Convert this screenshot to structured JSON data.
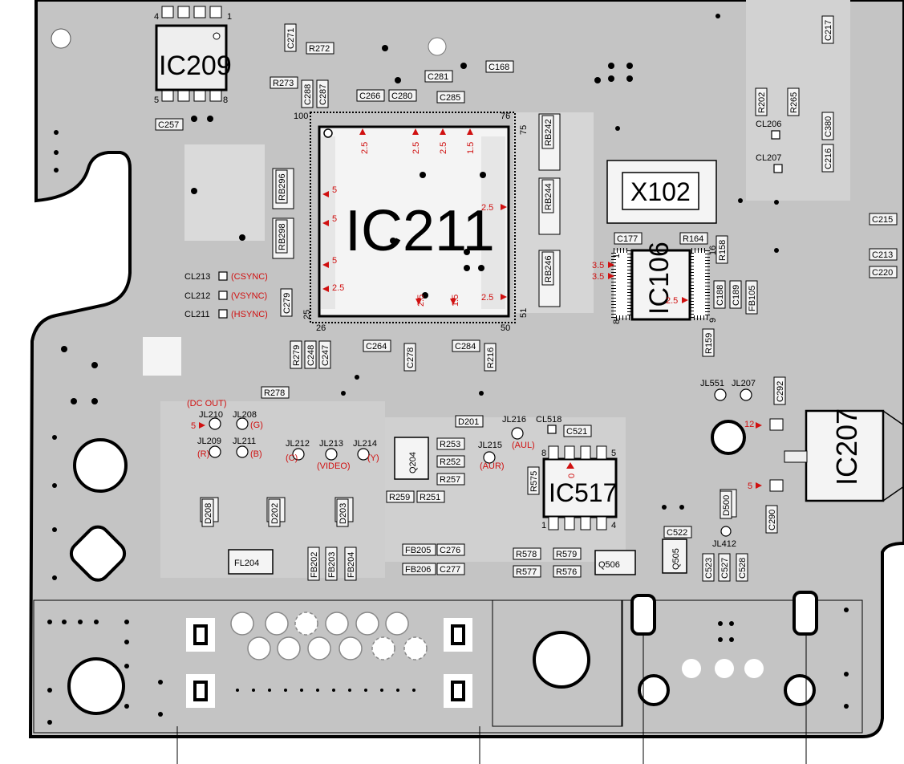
{
  "chips": {
    "ic209": "IC209",
    "ic211": "IC211",
    "ic106": "IC106",
    "ic207": "IC207",
    "ic517": "IC517",
    "x102": "X102",
    "q204": "Q204",
    "q506": "Q506",
    "q505": "Q505",
    "fl204": "FL204"
  },
  "pin_numbers": {
    "ic209_4": "4",
    "ic209_1": "1",
    "ic209_5": "5",
    "ic209_8": "8",
    "ic211_100": "100",
    "ic211_76": "76",
    "ic211_75": "75",
    "ic211_51": "51",
    "ic211_50": "50",
    "ic211_26": "26",
    "ic211_25": "25",
    "ic106_1": "1",
    "ic106_16": "16",
    "ic106_8": "8",
    "ic106_9": "9",
    "ic517_8": "8",
    "ic517_5": "5",
    "ic517_1": "1",
    "ic517_4": "4"
  },
  "components": [
    "C271",
    "R272",
    "R273",
    "C288",
    "C287",
    "C266",
    "C280",
    "C281",
    "C285",
    "C168",
    "C257",
    "RB296",
    "RB298",
    "RB242",
    "RB244",
    "RB246",
    "C279",
    "R279",
    "C248",
    "C247",
    "C264",
    "C278",
    "C284",
    "R216",
    "R278",
    "C177",
    "R164",
    "R158",
    "C188",
    "C189",
    "FB105",
    "R159",
    "C217",
    "R202",
    "R265",
    "C380",
    "C216",
    "C215",
    "C213",
    "C220",
    "C292",
    "C290",
    "D500",
    "R253",
    "R252",
    "R257",
    "R259",
    "R251",
    "D201",
    "C521",
    "R575",
    "C522",
    "C523",
    "C527",
    "C528",
    "FB205",
    "C276",
    "FB206",
    "C277",
    "R578",
    "R579",
    "R577",
    "R576",
    "D208",
    "D202",
    "D203",
    "FB202",
    "FB203",
    "FB204"
  ],
  "checkpoints": {
    "cl213": "CL213",
    "cl212": "CL212",
    "cl211": "CL211",
    "cl206": "CL206",
    "cl207": "CL207",
    "cl518": "CL518",
    "jl551": "JL551",
    "jl207": "JL207",
    "jl210": "JL210",
    "jl208": "JL208",
    "jl209": "JL209",
    "jl211": "JL211",
    "jl212": "JL212",
    "jl213": "JL213",
    "jl214": "JL214",
    "jl215": "JL215",
    "jl216": "JL216",
    "jl412": "JL412"
  },
  "signals": {
    "csync": "(CSYNC)",
    "vsync": "(VSYNC)",
    "hsync": "(HSYNC)",
    "dc_out": "(DC OUT)",
    "g": "(G)",
    "r": "(R)",
    "b": "(B)",
    "c": "(C)",
    "video": "(VIDEO)",
    "y": "(Y)",
    "aul": "(AUL)",
    "aur": "(AUR)"
  },
  "voltages": {
    "v25": "2.5",
    "v15": "1.5",
    "v5": "5",
    "v35": "3.5",
    "v12": "12",
    "v0": "0"
  },
  "colors": {
    "board": "#c4c4c4",
    "board_light": "#dcdcdc",
    "trace": "#e8e8e8",
    "outline": "#000000",
    "annotation_red": "#d01010"
  }
}
